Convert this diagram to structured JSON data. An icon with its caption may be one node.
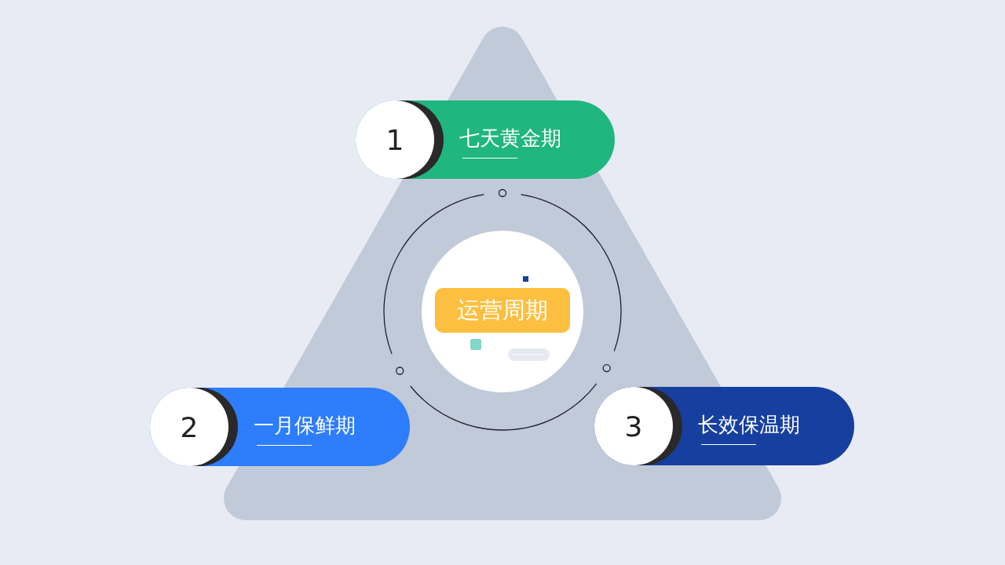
{
  "diagram": {
    "nodes": [
      {
        "text": [
          "1",
          "七天黄金期"
        ]
      },
      {
        "text": [
          "2",
          "一月保鲜期"
        ]
      },
      {
        "text": [
          "3",
          "长效保温期"
        ]
      },
      {
        "text": [
          "运营周期"
        ]
      }
    ]
  }
}
